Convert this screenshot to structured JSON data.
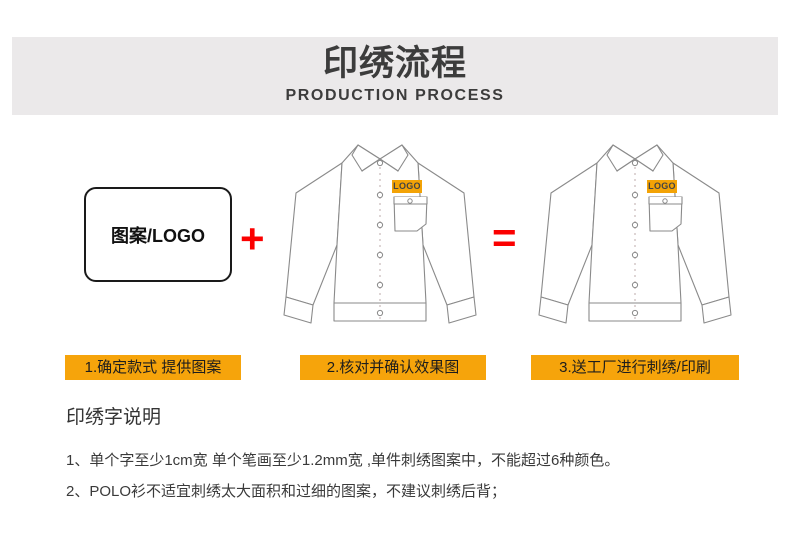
{
  "header": {
    "title": "印绣流程",
    "subtitle": "PRODUCTION PROCESS",
    "band_color": "#ebe9ea"
  },
  "diagram": {
    "logo_box": {
      "label": "图案/LOGO"
    },
    "operators": {
      "plus": "+",
      "equals": "=",
      "color": "#fb0000"
    },
    "shirts": [
      {
        "name": "shirt-before",
        "badge_label": "LOGO",
        "badge_color": "#f3a306"
      },
      {
        "name": "shirt-after",
        "badge_label": "LOGO",
        "badge_color": "#f3a306"
      }
    ]
  },
  "steps": [
    {
      "label": "1.确定款式 提供图案"
    },
    {
      "label": "2.核对并确认效果图"
    },
    {
      "label": "3.送工厂进行刺绣/印刷"
    }
  ],
  "step_color": "#f6a40b",
  "notes": {
    "title": "印绣字说明",
    "lines": [
      "1、单个字至少1cm宽 单个笔画至少1.2mm宽 ,单件刺绣图案中，不能超过6种颜色。",
      "2、POLO衫不适宜刺绣太大面积和过细的图案，不建议刺绣后背；"
    ]
  }
}
